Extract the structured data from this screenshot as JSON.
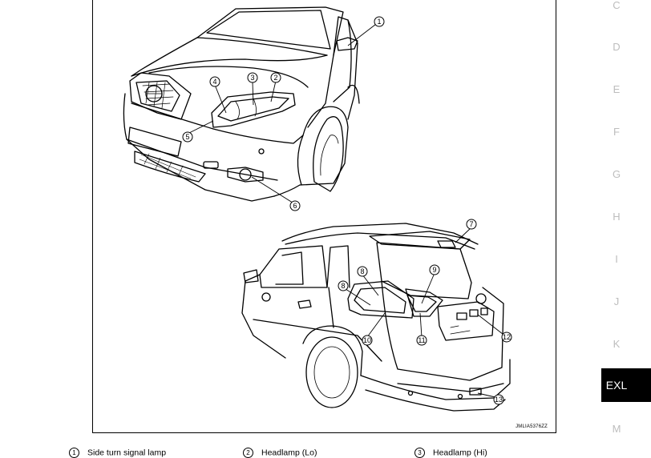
{
  "figure": {
    "code": "JMLIA5376ZZ",
    "callouts": [
      "1",
      "2",
      "3",
      "4",
      "5",
      "6",
      "7",
      "8",
      "8",
      "9",
      "10",
      "11",
      "12",
      "13"
    ]
  },
  "tabs": [
    {
      "label": "C",
      "active": false
    },
    {
      "label": "D",
      "active": false
    },
    {
      "label": "E",
      "active": false
    },
    {
      "label": "F",
      "active": false
    },
    {
      "label": "G",
      "active": false
    },
    {
      "label": "H",
      "active": false
    },
    {
      "label": "I",
      "active": false
    },
    {
      "label": "J",
      "active": false
    },
    {
      "label": "K",
      "active": false
    },
    {
      "label": "EXL",
      "active": true
    },
    {
      "label": "M",
      "active": false
    }
  ],
  "legend": [
    {
      "num": "1",
      "label": "Side turn signal lamp"
    },
    {
      "num": "2",
      "label": "Headlamp (Lo)"
    },
    {
      "num": "3",
      "label": "Headlamp (Hi)"
    }
  ]
}
